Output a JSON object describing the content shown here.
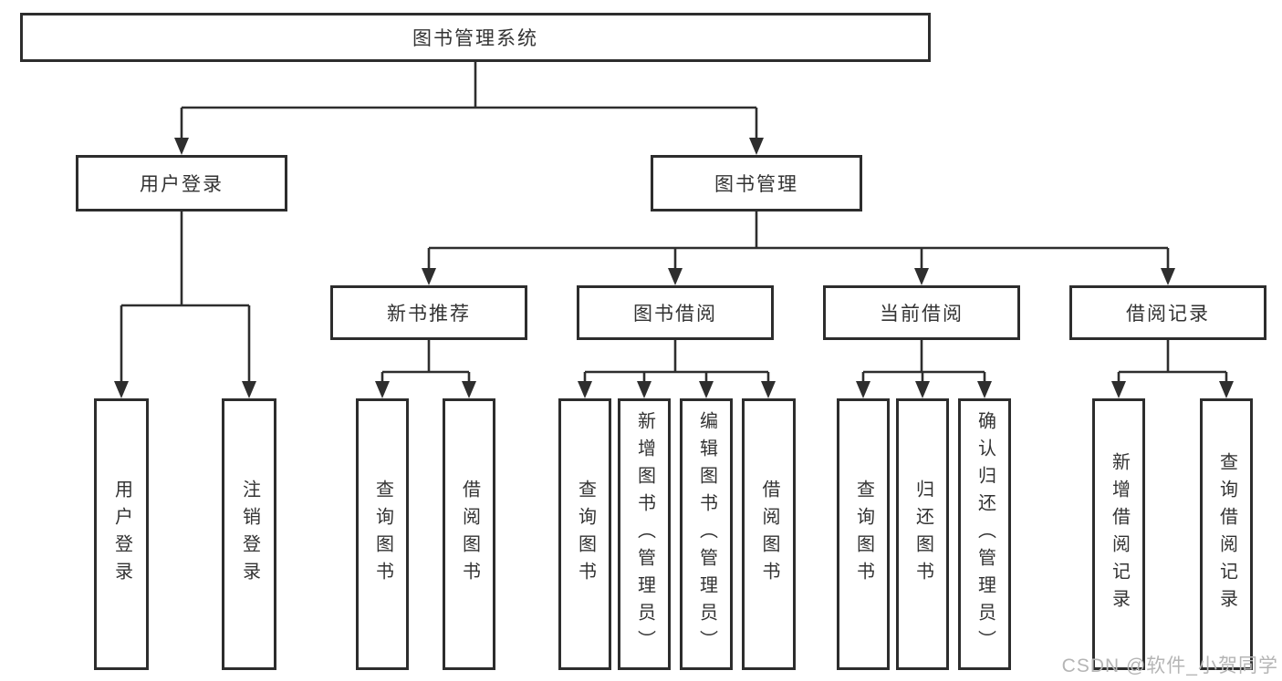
{
  "title": "图书管理系统",
  "level2": [
    {
      "label": "用户登录"
    },
    {
      "label": "图书管理"
    }
  ],
  "level3": [
    {
      "label": "新书推荐"
    },
    {
      "label": "图书借阅"
    },
    {
      "label": "当前借阅"
    },
    {
      "label": "借阅记录"
    }
  ],
  "leaves": {
    "user_login": [
      {
        "label": "用户登录"
      },
      {
        "label": "注销登录"
      }
    ],
    "new_book_recommend": [
      {
        "label": "查询图书"
      },
      {
        "label": "借阅图书"
      }
    ],
    "book_borrow": [
      {
        "label": "查询图书"
      },
      {
        "label": "新增图书（管理员）"
      },
      {
        "label": "编辑图书（管理员）"
      },
      {
        "label": "借阅图书"
      }
    ],
    "current_borrow": [
      {
        "label": "查询图书"
      },
      {
        "label": "归还图书"
      },
      {
        "label": "确认归还（管理员）"
      }
    ],
    "borrow_records": [
      {
        "label": "新增借阅记录"
      },
      {
        "label": "查询借阅记录"
      }
    ]
  },
  "watermark": "CSDN @软件_小贺同学",
  "colors": {
    "line": "#2e2e2e",
    "border": "#2d2d2d",
    "text": "#333333",
    "watermark": "#b5b5b5"
  }
}
